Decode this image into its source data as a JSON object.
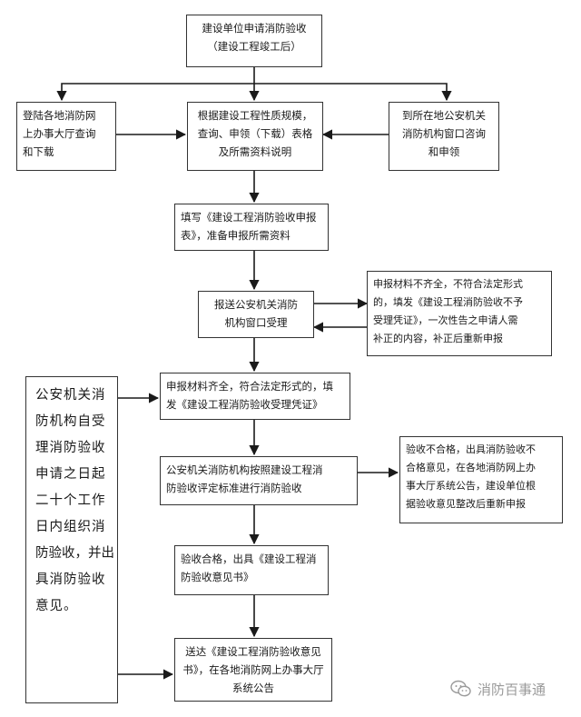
{
  "flowchart": {
    "start": {
      "lines": [
        "建设单位申请消防验收",
        "（建设工程竣工后）"
      ]
    },
    "online": {
      "lines": [
        "登陆各地消防网",
        "上办事大厅查询",
        "和下载"
      ]
    },
    "materials": {
      "lines": [
        "根据建设工程性质规模，",
        "查询、申领（下载）表格",
        "及所需资料说明"
      ]
    },
    "window": {
      "lines": [
        "到所在地公安机关",
        "消防机构窗口咨询",
        "和申领"
      ]
    },
    "fill_form": {
      "lines": [
        "填写《建设工程消防验收申报",
        "表》，准备申报所需资料"
      ]
    },
    "submit": {
      "lines": [
        "报送公安机关消防",
        "机构窗口受理"
      ]
    },
    "incomplete": {
      "lines": [
        "申报材料不齐全，不符合法定形式",
        "的，填发《建设工程消防验收不予",
        "受理凭证》，一次性告之申请人需",
        "补正的内容，补正后重新申报"
      ]
    },
    "complete": {
      "lines": [
        "申报材料齐全，符合法定形式的，填",
        "发《建设工程消防验收受理凭证》"
      ]
    },
    "inspect": {
      "lines": [
        "公安机关消防机构按照建设工程消",
        "防验收评定标准进行消防验收"
      ]
    },
    "fail": {
      "lines": [
        "验收不合格，出具消防验收不",
        "合格意见，在各地消防网上办",
        "事大厅系统公告，建设单位根",
        "据验收意见整改后重新申报"
      ]
    },
    "pass": {
      "lines": [
        "验收合格，出具《建设工程消",
        "防验收意见书》"
      ]
    },
    "deliver": {
      "lines": [
        "送达《建设工程消防验收意见",
        "书》，在各地消防网上办事大厅",
        "系统公告"
      ]
    },
    "deadline": {
      "lines": [
        "公安机关消",
        "防机构自受",
        "理消防验收",
        "申请之日起",
        "二十个工作",
        "日内组织消",
        "防验收，并出",
        "具消防验收",
        "意见。"
      ]
    }
  },
  "watermark": {
    "text": "消防百事通",
    "icon": "wechat-icon"
  },
  "colors": {
    "line": "#1a1a1a",
    "border": "#333333",
    "watermark": "#9a9a9a"
  }
}
